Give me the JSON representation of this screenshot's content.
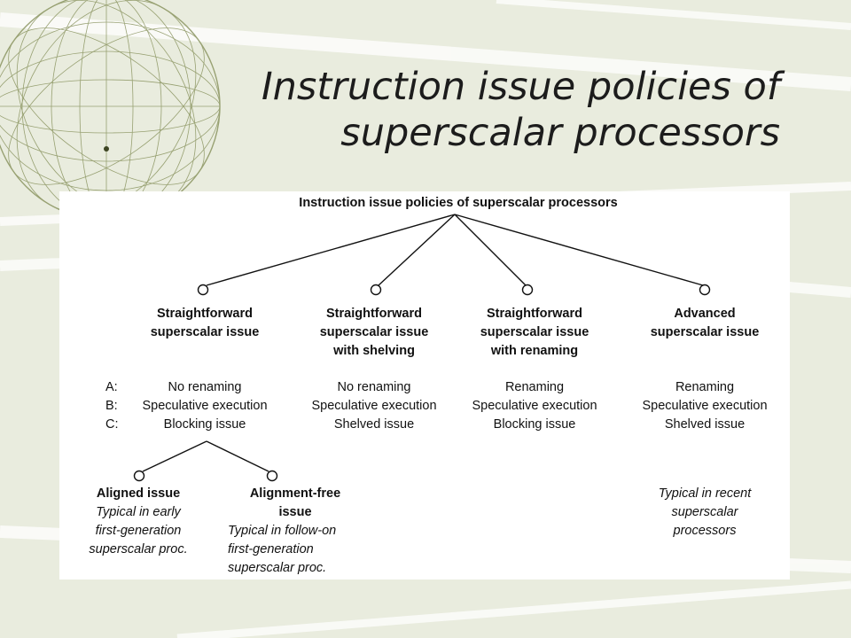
{
  "slide": {
    "title_line1": "Instruction issue policies of",
    "title_line2": "superscalar processors"
  },
  "diagram": {
    "root": "Instruction issue policies of superscalar processors",
    "branches": [
      {
        "title": "Straightforward\nsuperscalar issue",
        "attrs": [
          "No renaming",
          "Speculative execution",
          "Blocking issue"
        ]
      },
      {
        "title": "Straightforward\nsuperscalar issue\nwith shelving",
        "attrs": [
          "No renaming",
          "Speculative execution",
          "Shelved issue"
        ]
      },
      {
        "title": "Straightforward\nsuperscalar issue\nwith renaming",
        "attrs": [
          "Renaming",
          "Speculative execution",
          "Blocking issue"
        ]
      },
      {
        "title": "Advanced\nsuperscalar issue",
        "attrs": [
          "Renaming",
          "Speculative execution",
          "Shelved issue"
        ],
        "note": "Typical in recent\nsuperscalar\nprocessors"
      }
    ],
    "row_labels": [
      "A:",
      "B:",
      "C:"
    ],
    "sub_branches": [
      {
        "title": "Aligned issue",
        "note": "Typical in early\nfirst-generation\nsuperscalar proc."
      },
      {
        "title": "Alignment-free\nissue",
        "note": "Typical in follow-on\nfirst-generation\nsuperscalar proc."
      }
    ]
  },
  "colors": {
    "background": "#e9ecde",
    "decor_lines": "#ffffff",
    "globe": "#7d8a55"
  }
}
